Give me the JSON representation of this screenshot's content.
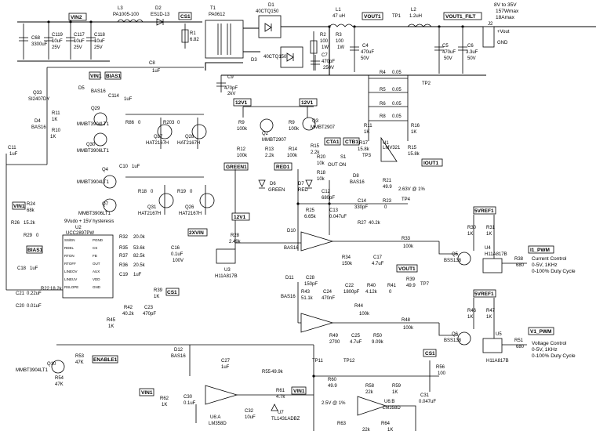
{
  "nets": {
    "vin2": "VIN2",
    "cs1_top": "CS1",
    "vout1_top": "VOUT1",
    "vout1_filt": "VOUT1_FILT",
    "vin1_a": "VIN1",
    "bias1_a": "BIAS1",
    "v12_a": "12V1",
    "cta1": "CTA1",
    "ctb1": "CTB1",
    "green1": "GREEN1",
    "red1": "RED1",
    "iout1": "IOUT1",
    "vin1_b": "VIN1",
    "bias1_b": "BIAS1",
    "twoxvin": "2XVIN",
    "v12_b": "12V1",
    "vref_a": "5VREF1",
    "i1_pwm": "I1_PWM",
    "vout1_mid": "VOUT1",
    "vref_b": "5VREF1",
    "v1_pwm": "V1_PWM",
    "cs1_mid": "CS1",
    "enable1": "ENABLE1",
    "cs1_bot": "CS1",
    "vin1_c": "VIN1",
    "vin1_d": "VIN1",
    "tp1": "TP1",
    "tp2": "TP2",
    "tp3": "TP3",
    "tp4": "TP4",
    "tp7": "TP7",
    "tp11": "TP11",
    "tp12": "TP12"
  },
  "notes": {
    "output_range": "8V to 35V",
    "output_range2": "157Wmax",
    "output_range3": "18Amax",
    "vout_pin": "+Vout",
    "gnd_pin": "GND",
    "uvlo": "9Vudo + 15V hysteresis",
    "current_control": "Current Control",
    "current_control2": "0-5V, 1KHz",
    "current_control3": "0-100% Duty Cycle",
    "voltage_control": "Voltage Control",
    "voltage_control2": "0-5V, 1KHz",
    "voltage_control3": "0-100% Duty Cycle",
    "ref_a": "2.5V @ 1%",
    "ref_b": "2.5V @ 1%",
    "sw_label": "S1",
    "sw_opts": "OUT  ON"
  },
  "components": {
    "c68": "C68",
    "c68v": "3300uF",
    "c119": "C119",
    "c119v": "10uF",
    "c119r": "25V",
    "c117": "C117",
    "c117v": "10uF",
    "c117r": "25V",
    "c118": "C118",
    "c118v": "10uF",
    "c118r": "25V",
    "l3": "L3",
    "l3v": "PA1005-100",
    "d2": "D2",
    "d2v": "ES1D-13",
    "r1": "R1",
    "r1v": "6.82",
    "t1": "T1",
    "t1v": "PA0612",
    "d1": "D1",
    "d1v": "40CTQ150",
    "l1": "L1",
    "l1v": "47 uH",
    "l2": "L2",
    "l2v": "1.2uH",
    "r2": "R2",
    "r2v": "100",
    "r2r": "1W",
    "r3": "R3",
    "r3v": "100",
    "r3r": "1W",
    "c4": "C4",
    "c4v": "470uF",
    "c4r": "50V",
    "c5": "C5",
    "c5v": "470uF",
    "c5r": "50V",
    "c6": "C6",
    "c6v": "3.3uF",
    "c6r": "50V",
    "j2": "J2",
    "d3": "D3",
    "d3v": "40CTQ150",
    "c7": "C7",
    "c7v": "470pF",
    "c7r": "250V",
    "c9": "C9",
    "c9v": "470pF",
    "c9r": "2kV",
    "c8": "C8",
    "c8v": "1uF",
    "d5": "D5",
    "d5v": "BAS16",
    "c114": "C114",
    "c114v": "1uF",
    "q33": "Q33",
    "q33v": "SI2407DY",
    "d4": "D4",
    "d4v": "BAS16",
    "r11": "R11",
    "r11v": "1K",
    "r10": "R10",
    "r10v": "1K",
    "q29": "Q29",
    "q29v": "MMBT3904LT1",
    "q30": "Q30",
    "q30v": "MMBT3906LT1",
    "r86": "R86",
    "r86v": "0",
    "q27": "Q27",
    "q27v": "HAT2167H",
    "r203": "R203",
    "r203v": "0",
    "q28": "Q28",
    "q28v": "HAT2167H",
    "c11": "C11",
    "c11v": "1uF",
    "q4": "Q4",
    "q4v": "MMBT3904LT1",
    "q7": "Q7",
    "q7v": "MMBT3906LT1",
    "c10": "C10",
    "c10v": "1uF",
    "r18": "R18",
    "r18v": "0",
    "q31": "Q31",
    "q31v": "HAT2167H",
    "r19": "R19",
    "r19v": "0",
    "q26": "Q26",
    "q26v": "HAT2167H",
    "r4": "R4",
    "r4v": "0.05",
    "r5": "R5",
    "r5v": "0.05",
    "r6": "R6",
    "r6v": "0.05",
    "r8": "R8",
    "r8v": "0.05",
    "r11b": "R11",
    "r11bv": "1K",
    "r16": "R16",
    "r16v": "1K",
    "r17": "R17",
    "r17v": "15.8k",
    "r15": "R15",
    "r15v": "15.8k",
    "u1": "U1",
    "u1v": "LMV321",
    "r9": "R9",
    "r9v": "100k",
    "q2": "Q2",
    "q2v": "MMBT2907",
    "r12": "R12",
    "r12v": "100k",
    "r13": "R13",
    "r13v": "2.2k",
    "r9b": "R9",
    "r9bv": "100k",
    "q3": "Q3",
    "q3v": "MMBT2907",
    "r14": "R14",
    "r14v": "100k",
    "r15b": "R15",
    "r15bv": "2.2k",
    "r20": "R20",
    "r20v": "10k",
    "r18b": "R18",
    "r18bv": "10k",
    "d6": "D6",
    "d6v": "GREEN",
    "d7": "D7",
    "d7v": "RED",
    "d8": "D8",
    "d8v": "BAS16",
    "r21": "R21",
    "r21v": "49.9",
    "ref1": "2.63V @ 1%",
    "c12": "C12",
    "c12v": "680pF",
    "r25": "R25",
    "r25v": "6.65k",
    "c13": "C13",
    "c13v": "0.047uF",
    "c14": "C14",
    "c14v": "330pF",
    "r23": "R23",
    "r23v": "0",
    "r27": "R27",
    "r27v": "40.2k",
    "r24": "R24",
    "r24v": "68k",
    "r26": "R26",
    "r26v": "15.2k",
    "r29": "R29",
    "r29v": "0",
    "u2": "U2",
    "u2v": "UCC2897PW",
    "c18": "C18",
    "c18v": "1uF",
    "r32": "R32",
    "r32v": "20.0k",
    "r35": "R35",
    "r35v": "53.6k",
    "r37": "R37",
    "r37v": "82.5k",
    "r36": "R36",
    "r36v": "20.5k",
    "c19": "C19",
    "c19v": "1uF",
    "c16": "C16",
    "c16v": "0.1uF",
    "c16r": "100V",
    "r28": "R28",
    "r28v": "2.49k",
    "u3": "U3",
    "u3v": "H11A817B",
    "d10": "D10",
    "d10v": "BAS16",
    "r34": "R34",
    "r34v": "150k",
    "c17": "C17",
    "c17v": "4.7uF",
    "r33": "R33",
    "r33v": "100k",
    "r30": "R30",
    "r30v": "1K",
    "r31": "R31",
    "r31v": "1K",
    "q5": "Q5",
    "q5v": "BSS138",
    "u4": "U4",
    "u4v": "H11A817B",
    "r38": "R38",
    "r38v": "680",
    "c21": "C21",
    "c21v": "0.22uF",
    "r22": "R22",
    "r22v": "18.2k",
    "c20": "C20",
    "c20v": "0.01uF",
    "r39": "R39",
    "r39v": "1K",
    "r42": "R42",
    "r42v": "40.2k",
    "c23": "C23",
    "c23v": "470pF",
    "r45": "R45",
    "r45v": "1K",
    "d11": "D11",
    "d11v": "BAS16",
    "c28": "C28",
    "c28v": "150pF",
    "r43": "R43",
    "r43v": "51.1k",
    "c24": "C24",
    "c24v": "470nF",
    "c22": "C22",
    "c22v": "1800pF",
    "r40": "R40",
    "r40v": "4.12k",
    "r41": "R41",
    "r41v": "0",
    "r39b": "R39",
    "r39bv": "49.9",
    "r44": "R44",
    "r44v": "100k",
    "r46": "R46",
    "r46v": "1K",
    "r47": "R47",
    "r47v": "1K",
    "q6": "Q6",
    "q6v": "BSS138",
    "u5": "U5",
    "u5v": "H11A817B",
    "r51": "R51",
    "r51v": "680",
    "r49": "R49",
    "r49v": "2700",
    "c25": "C25",
    "c25v": "4.7uF",
    "r50": "R50",
    "r50v": "9.09k",
    "r48": "R48",
    "r48v": "100k",
    "d12": "D12",
    "d12v": "BAS16",
    "q10": "Q10",
    "q10v": "MMBT3904LT1",
    "r53": "R53",
    "r53v": "47K",
    "r54": "R54",
    "r54v": "47K",
    "c27": "C27",
    "c27v": "1uF",
    "r55": "R55",
    "r55v": "49.9k",
    "c30": "C30",
    "c30v": "0.1uF",
    "r62": "R62",
    "r62v": "1K",
    "u6a": "U6:A",
    "u6av": "LM358D",
    "c32": "C32",
    "c32v": "10uF",
    "r61": "R61",
    "r61v": "4.7k",
    "u7": "U7",
    "u7v": "TL1431ADBZ",
    "r60": "R60",
    "r60v": "49.9",
    "r58": "R58",
    "r58v": "22k",
    "r59": "R59",
    "r59v": "1K",
    "u6b": "U6:B",
    "u6bv": "LM358D",
    "r63": "R63",
    "r63v": "22k",
    "r64": "R64",
    "r64v": "1K",
    "c31": "C31",
    "c31v": "0.047uF",
    "r56": "R56",
    "r56v": "100"
  },
  "u2_pins": [
    "SS/EN",
    "RDEL",
    "RTON",
    "RTOFF",
    "LINEOV",
    "LINEUV",
    "RSLOPE",
    "PGND",
    "CS",
    "FB",
    "OUT",
    "AUX",
    "VDD",
    "GND"
  ]
}
